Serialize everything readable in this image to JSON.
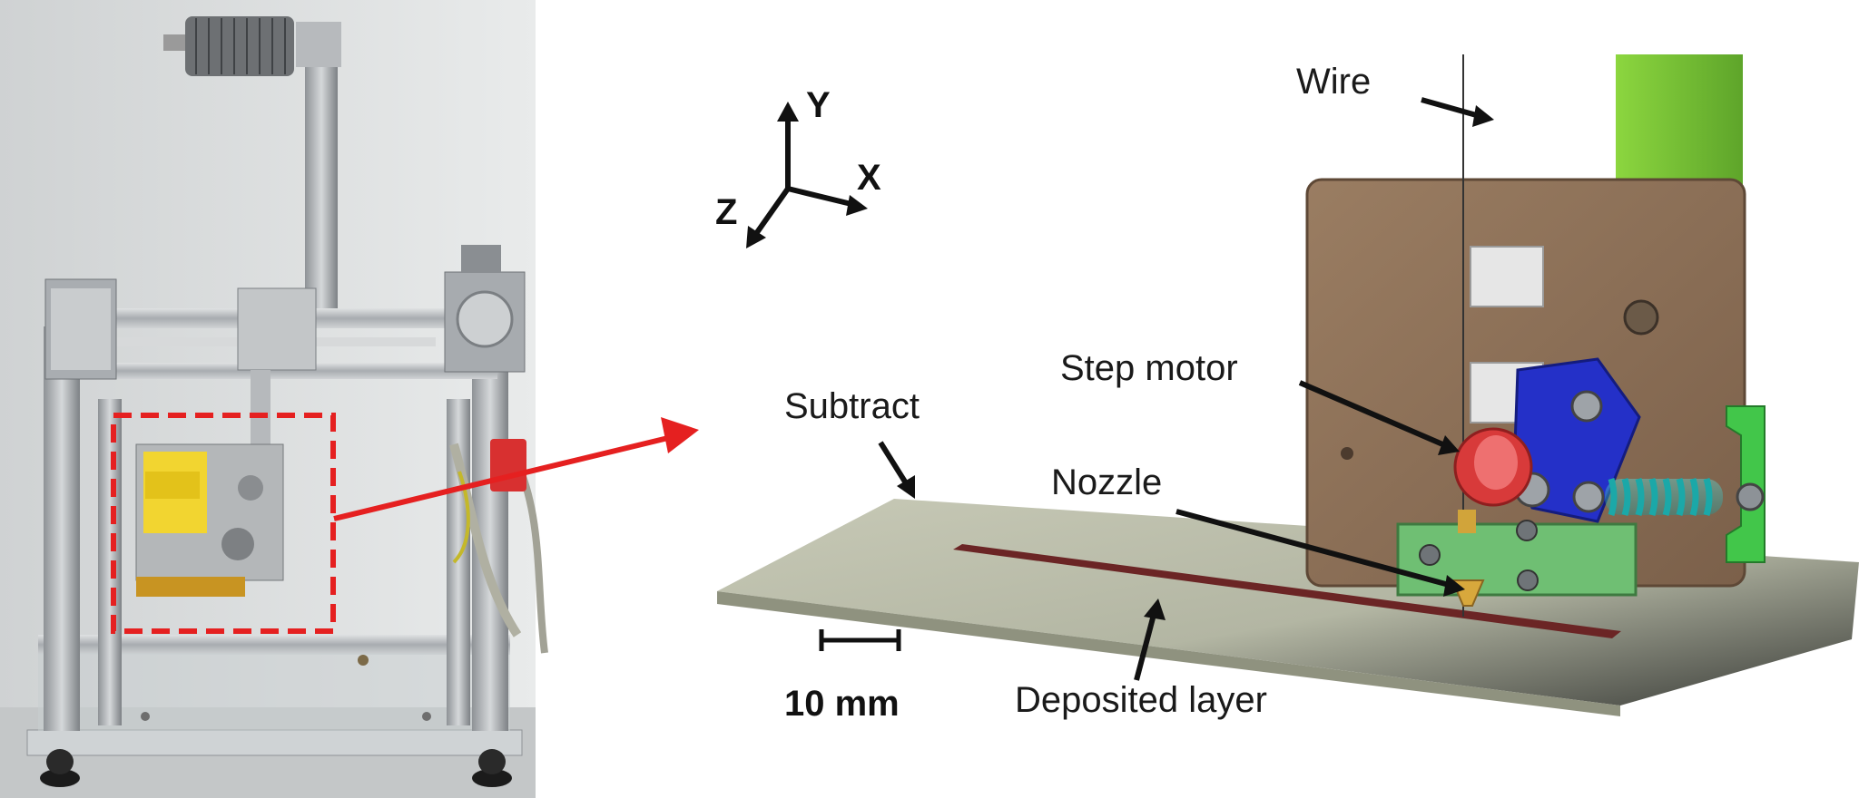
{
  "axes": {
    "y": "Y",
    "x": "X",
    "z": "Z"
  },
  "labels": {
    "wire": "Wire",
    "step_motor": "Step motor",
    "subtract": "Subtract",
    "nozzle": "Nozzle",
    "deposited_layer": "Deposited layer"
  },
  "scale_bar": {
    "label": "10 mm"
  },
  "colors": {
    "callout_dashed_box": "#e52020",
    "callout_arrow": "#e52020",
    "mount_plate": "#8b6f55",
    "green_post": "#7cc633",
    "step_motor_red": "#d83a3a",
    "bracket_blue": "#2430c8",
    "spring_cyan": "#2cc4c4",
    "green_guide": "#6fbf73",
    "substrate": "#b9bcaa"
  }
}
